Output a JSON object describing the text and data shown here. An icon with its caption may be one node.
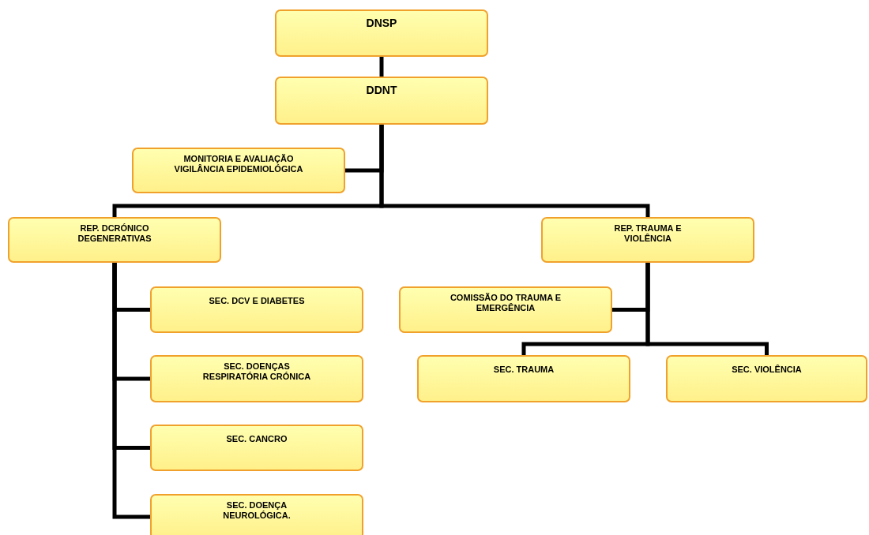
{
  "diagram": {
    "nodes": [
      {
        "text": [
          "DNSP"
        ]
      },
      {
        "text": [
          "DDNT"
        ]
      },
      {
        "text": [
          "MONITORIA E AVALIAÇÃO VIGILÂNCIA EPIDEMIOLÓGICA"
        ]
      },
      {
        "text": [
          "REP. DCRÓNICO DEGENERATIVAS"
        ]
      },
      {
        "text": [
          "REP. TRAUMA E VIOLÊNCIA"
        ]
      },
      {
        "text": [
          "SEC. DCV E DIABETES"
        ]
      },
      {
        "text": [
          "SEC. DOENÇAS RESPIRATÓRIA CRÓNICA"
        ]
      },
      {
        "text": [
          "SEC. CANCRO"
        ]
      },
      {
        "text": [
          "SEC. DOENÇA NEUROLÓGICA."
        ]
      },
      {
        "text": [
          "COMISSÃO DO TRAUMA E EMERGÊNCIA"
        ]
      },
      {
        "text": [
          "SEC. TRAUMA"
        ]
      },
      {
        "text": [
          "SEC. VIOLÊNCIA"
        ]
      }
    ],
    "edges": [
      {
        "from": 0,
        "to": 1,
        "arrow": "none"
      },
      {
        "from": 1,
        "to": 2,
        "arrow": "none"
      },
      {
        "from": 1,
        "to": 3,
        "arrow": "none"
      },
      {
        "from": 1,
        "to": 4,
        "arrow": "none"
      },
      {
        "from": 3,
        "to": 5,
        "arrow": "none"
      },
      {
        "from": 3,
        "to": 6,
        "arrow": "none"
      },
      {
        "from": 3,
        "to": 7,
        "arrow": "none"
      },
      {
        "from": 3,
        "to": 8,
        "arrow": "none"
      },
      {
        "from": 4,
        "to": 9,
        "arrow": "none"
      },
      {
        "from": 4,
        "to": 10,
        "arrow": "none"
      },
      {
        "from": 4,
        "to": 11,
        "arrow": "none"
      }
    ]
  }
}
